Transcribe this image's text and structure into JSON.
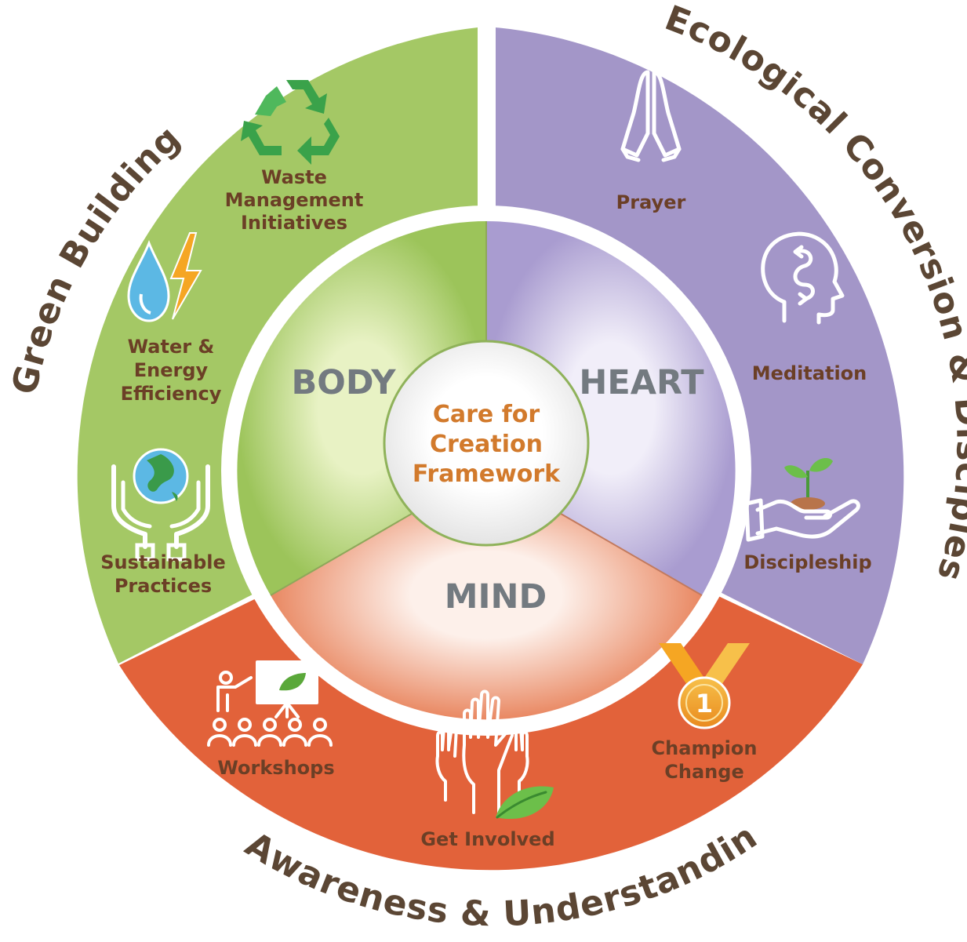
{
  "center": {
    "lines": [
      "Care for",
      "Creation",
      "Framework"
    ]
  },
  "core": {
    "body": "BODY",
    "heart": "HEART",
    "mind": "MIND"
  },
  "outer_titles": {
    "green": "Green Buildings",
    "purple": "Ecological Conversion & Discipleship",
    "orange": "Awareness & Understanding"
  },
  "items": {
    "waste": [
      "Waste",
      "Management",
      "Initiatives"
    ],
    "water": [
      "Water &",
      "Energy",
      "Efficiency"
    ],
    "sustainable": [
      "Sustainable",
      "Practices"
    ],
    "prayer": [
      "Prayer"
    ],
    "meditation": [
      "Meditation"
    ],
    "discipleship": [
      "Discipleship"
    ],
    "workshops": [
      "Workshops"
    ],
    "involved": [
      "Get Involved"
    ],
    "champion": [
      "Champion",
      "Change"
    ]
  },
  "colors": {
    "green": "#a4c865",
    "purple": "#a396c8",
    "orange": "#e2623a",
    "text_brown": "#6b3f26",
    "title_brown": "#5b4634",
    "center_orange": "#d27a2c",
    "core_gray": "#737a80"
  },
  "icons": {
    "waste": "recycle-icon",
    "water": "water-drop-lightning-icon",
    "sustainable": "hands-globe-icon",
    "prayer": "praying-hands-icon",
    "meditation": "head-swirl-icon",
    "discipleship": "hand-seedling-icon",
    "workshops": "presentation-audience-icon",
    "involved": "raised-hands-leaf-icon",
    "champion": "medal-icon"
  }
}
